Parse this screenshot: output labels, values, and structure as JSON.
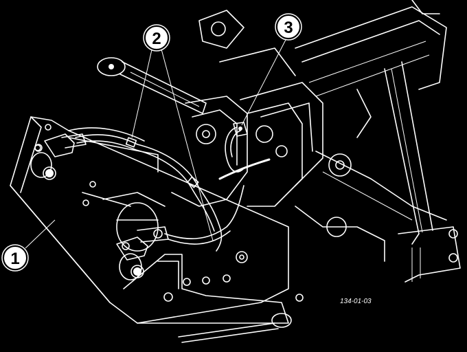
{
  "figure": {
    "id_label": "134-01-03",
    "callouts": [
      {
        "number": "1",
        "part": "frame"
      },
      {
        "number": "2",
        "part": "hydraulic-hose"
      },
      {
        "number": "3",
        "part": "hydraulic-fitting"
      }
    ]
  },
  "colors": {
    "background": "#000000",
    "linework": "#ffffff",
    "callout_fill": "#ffffff"
  }
}
